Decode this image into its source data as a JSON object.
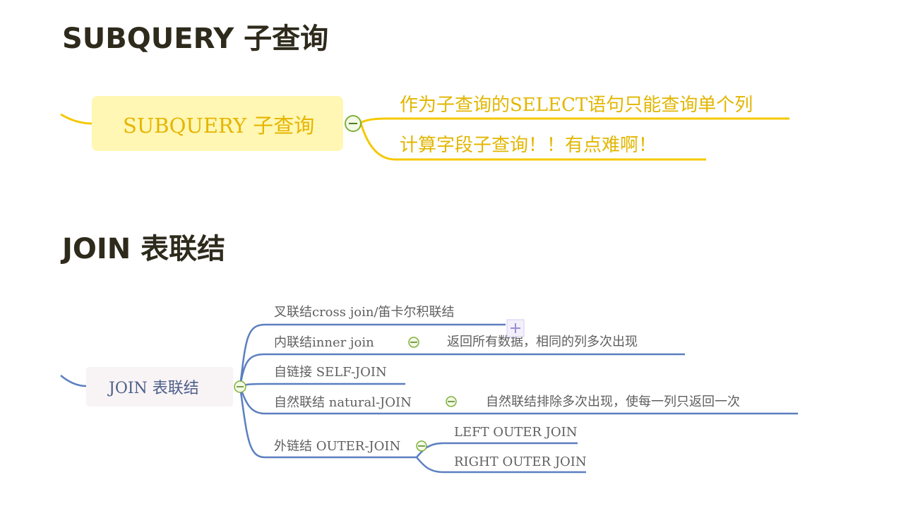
{
  "sections": {
    "subquery": {
      "title": "SUBQUERY 子查询",
      "root_label": "SUBQUERY  子查询",
      "branches": [
        "作为子查询的SELECT语句只能查询单个列",
        "计算字段子查询！！有点难啊！"
      ]
    },
    "join": {
      "title": "JOIN 表联结",
      "root_label": "JOIN 表联结",
      "branches": {
        "cross": "叉联结cross join/笛卡尔积联结",
        "inner": "内联结inner join",
        "inner_child": "返回所有数据，相同的列多次出现",
        "self": "自链接 SELF-JOIN",
        "natural": "自然联结 natural-JOIN",
        "natural_child": "自然联结排除多次出现，使每一列只返回一次",
        "outer": "外链结 OUTER-JOIN",
        "outer_children": [
          "LEFT OUTER JOIN",
          "RIGHT OUTER JOIN"
        ]
      }
    }
  },
  "colors": {
    "subquery_branch": "#f5c800",
    "subquery_node_fill": "#fff7b3",
    "join_branch": "#5b7fc0",
    "join_node_fill": "#f8f3f5",
    "collapse_icon": "#7fb13b"
  },
  "icons": {
    "collapse": "minus-circle-icon",
    "expand": "plus-icon"
  }
}
